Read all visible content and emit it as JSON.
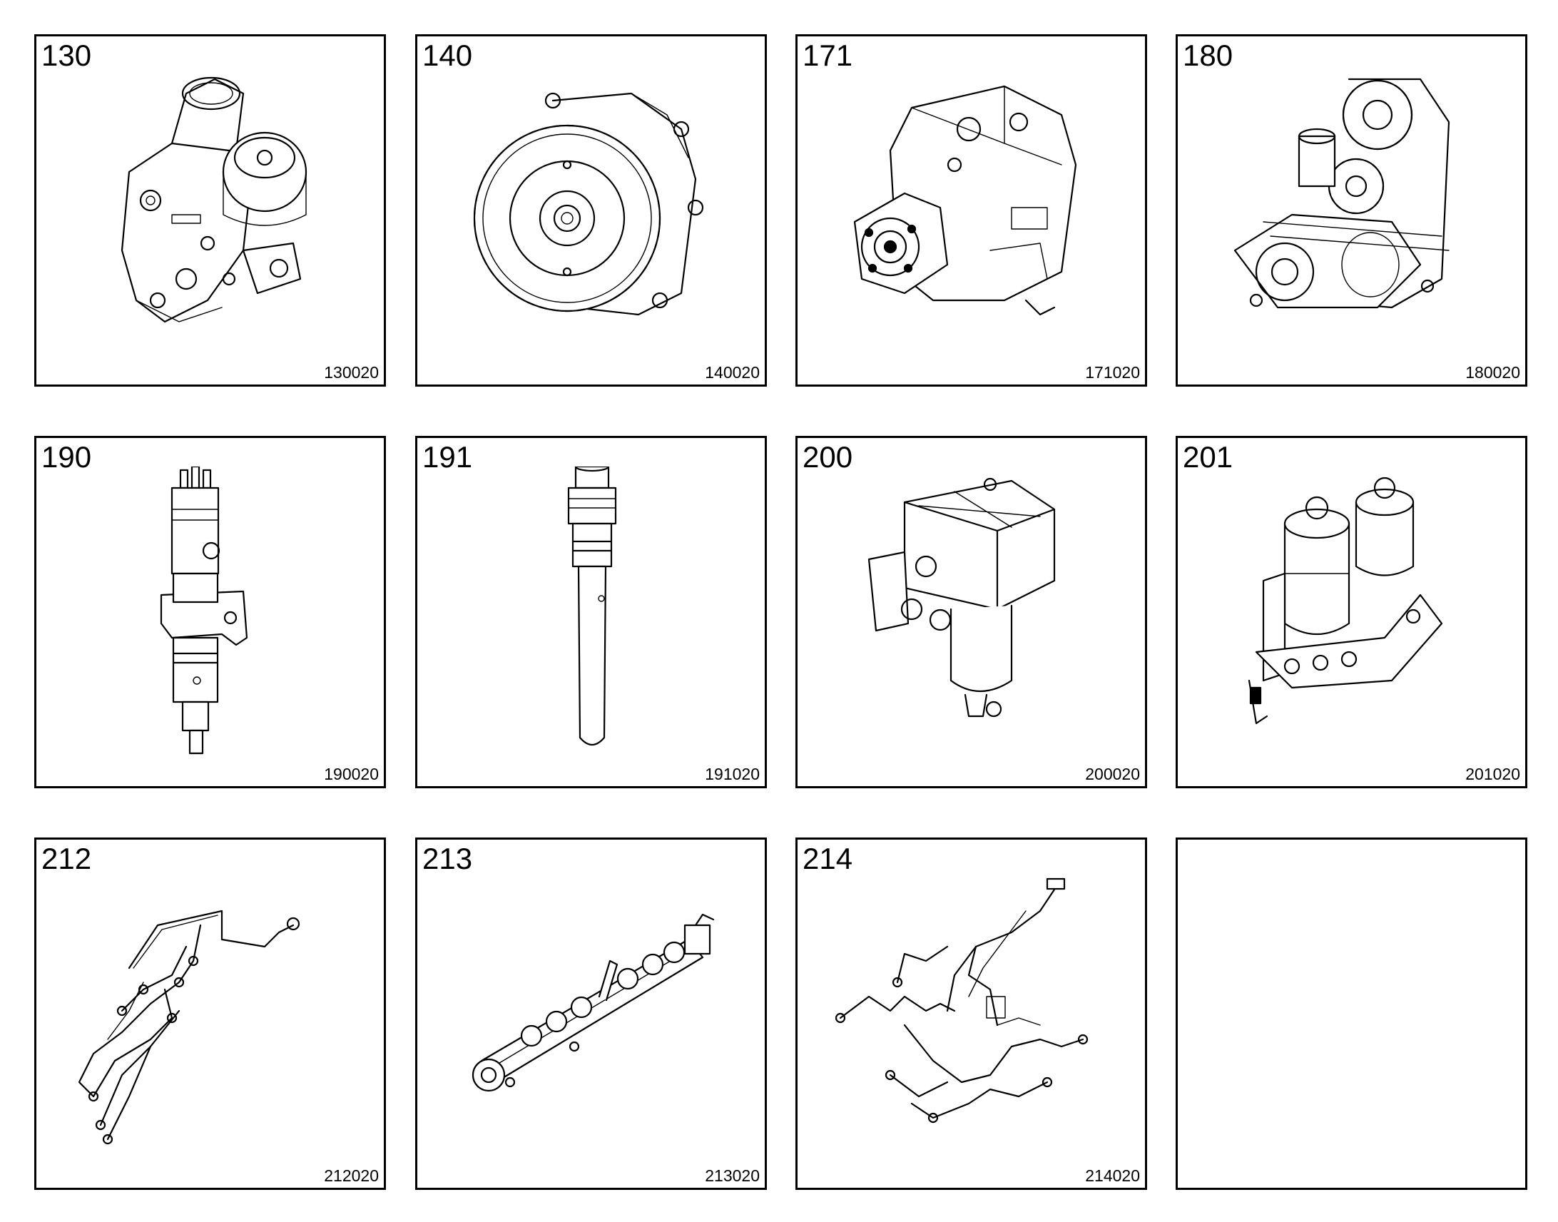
{
  "cells": [
    {
      "number": "130",
      "code": "130020",
      "icon": "fuel-pump-housing-icon"
    },
    {
      "number": "140",
      "code": "140020",
      "icon": "pump-gear-icon"
    },
    {
      "number": "171",
      "code": "171020",
      "icon": "high-pressure-pump-icon"
    },
    {
      "number": "180",
      "code": "180020",
      "icon": "gear-drive-icon"
    },
    {
      "number": "190",
      "code": "190020",
      "icon": "injector-icon"
    },
    {
      "number": "191",
      "code": "191020",
      "icon": "connector-tube-icon"
    },
    {
      "number": "200",
      "code": "200020",
      "icon": "fuel-prefilter-icon"
    },
    {
      "number": "201",
      "code": "201020",
      "icon": "fuel-filter-module-icon"
    },
    {
      "number": "212",
      "code": "212020",
      "icon": "fuel-lines-icon"
    },
    {
      "number": "213",
      "code": "213020",
      "icon": "common-rail-icon"
    },
    {
      "number": "214",
      "code": "214020",
      "icon": "wiring-harness-icon"
    },
    {
      "number": "",
      "code": "",
      "icon": ""
    }
  ]
}
